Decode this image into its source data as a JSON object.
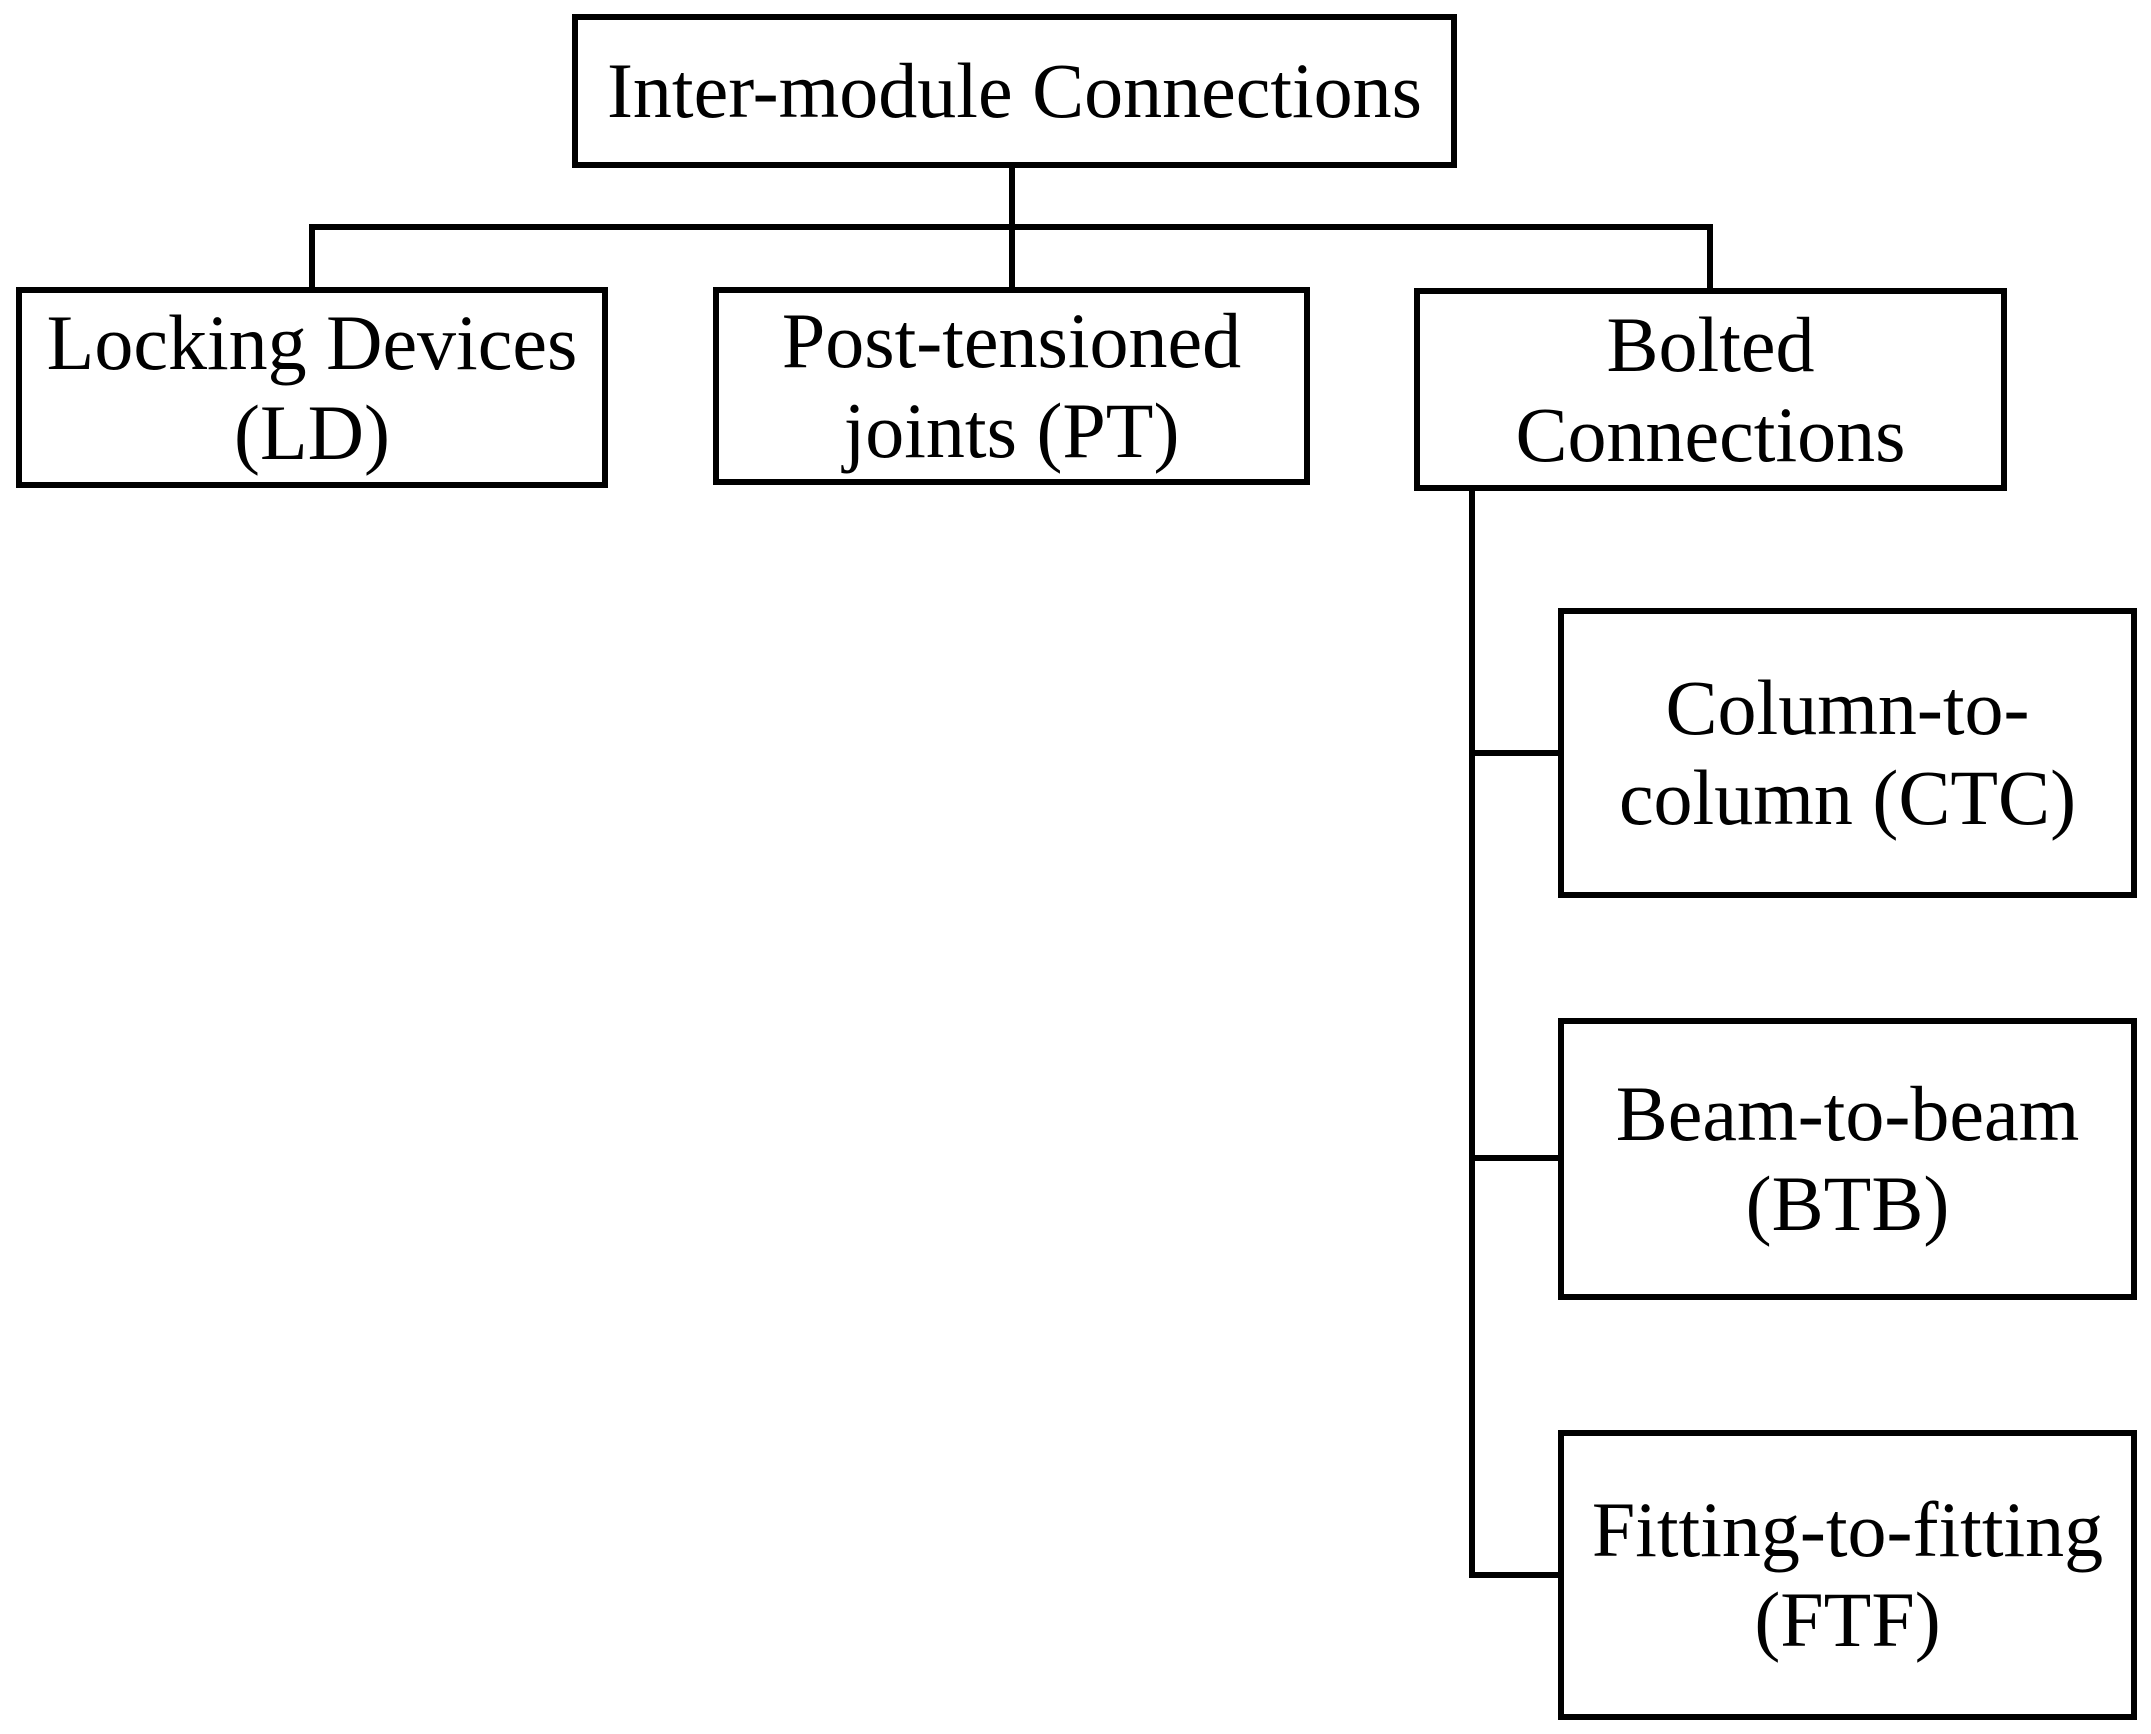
{
  "diagram_title": "Inter-module Connections classification flowchart",
  "colors": {
    "ink": "#000000",
    "background": "#ffffff"
  },
  "nodes": {
    "root": {
      "line1": "Inter-module Connections"
    },
    "ld": {
      "line1": "Locking Devices",
      "line2": "(LD)"
    },
    "pt": {
      "line1": "Post-tensioned",
      "line2": "joints (PT)"
    },
    "bolted": {
      "line1": "Bolted",
      "line2": "Connections"
    },
    "ctc": {
      "line1": "Column-to-",
      "line2": "column (CTC)"
    },
    "btb": {
      "line1": "Beam-to-beam",
      "line2": "(BTB)"
    },
    "ftf": {
      "line1": "Fitting-to-fitting",
      "line2": "(FTF)"
    }
  },
  "edges": [
    {
      "from": "root",
      "to": "ld"
    },
    {
      "from": "root",
      "to": "pt"
    },
    {
      "from": "root",
      "to": "bolted"
    },
    {
      "from": "bolted",
      "to": "ctc"
    },
    {
      "from": "bolted",
      "to": "btb"
    },
    {
      "from": "bolted",
      "to": "ftf"
    }
  ]
}
